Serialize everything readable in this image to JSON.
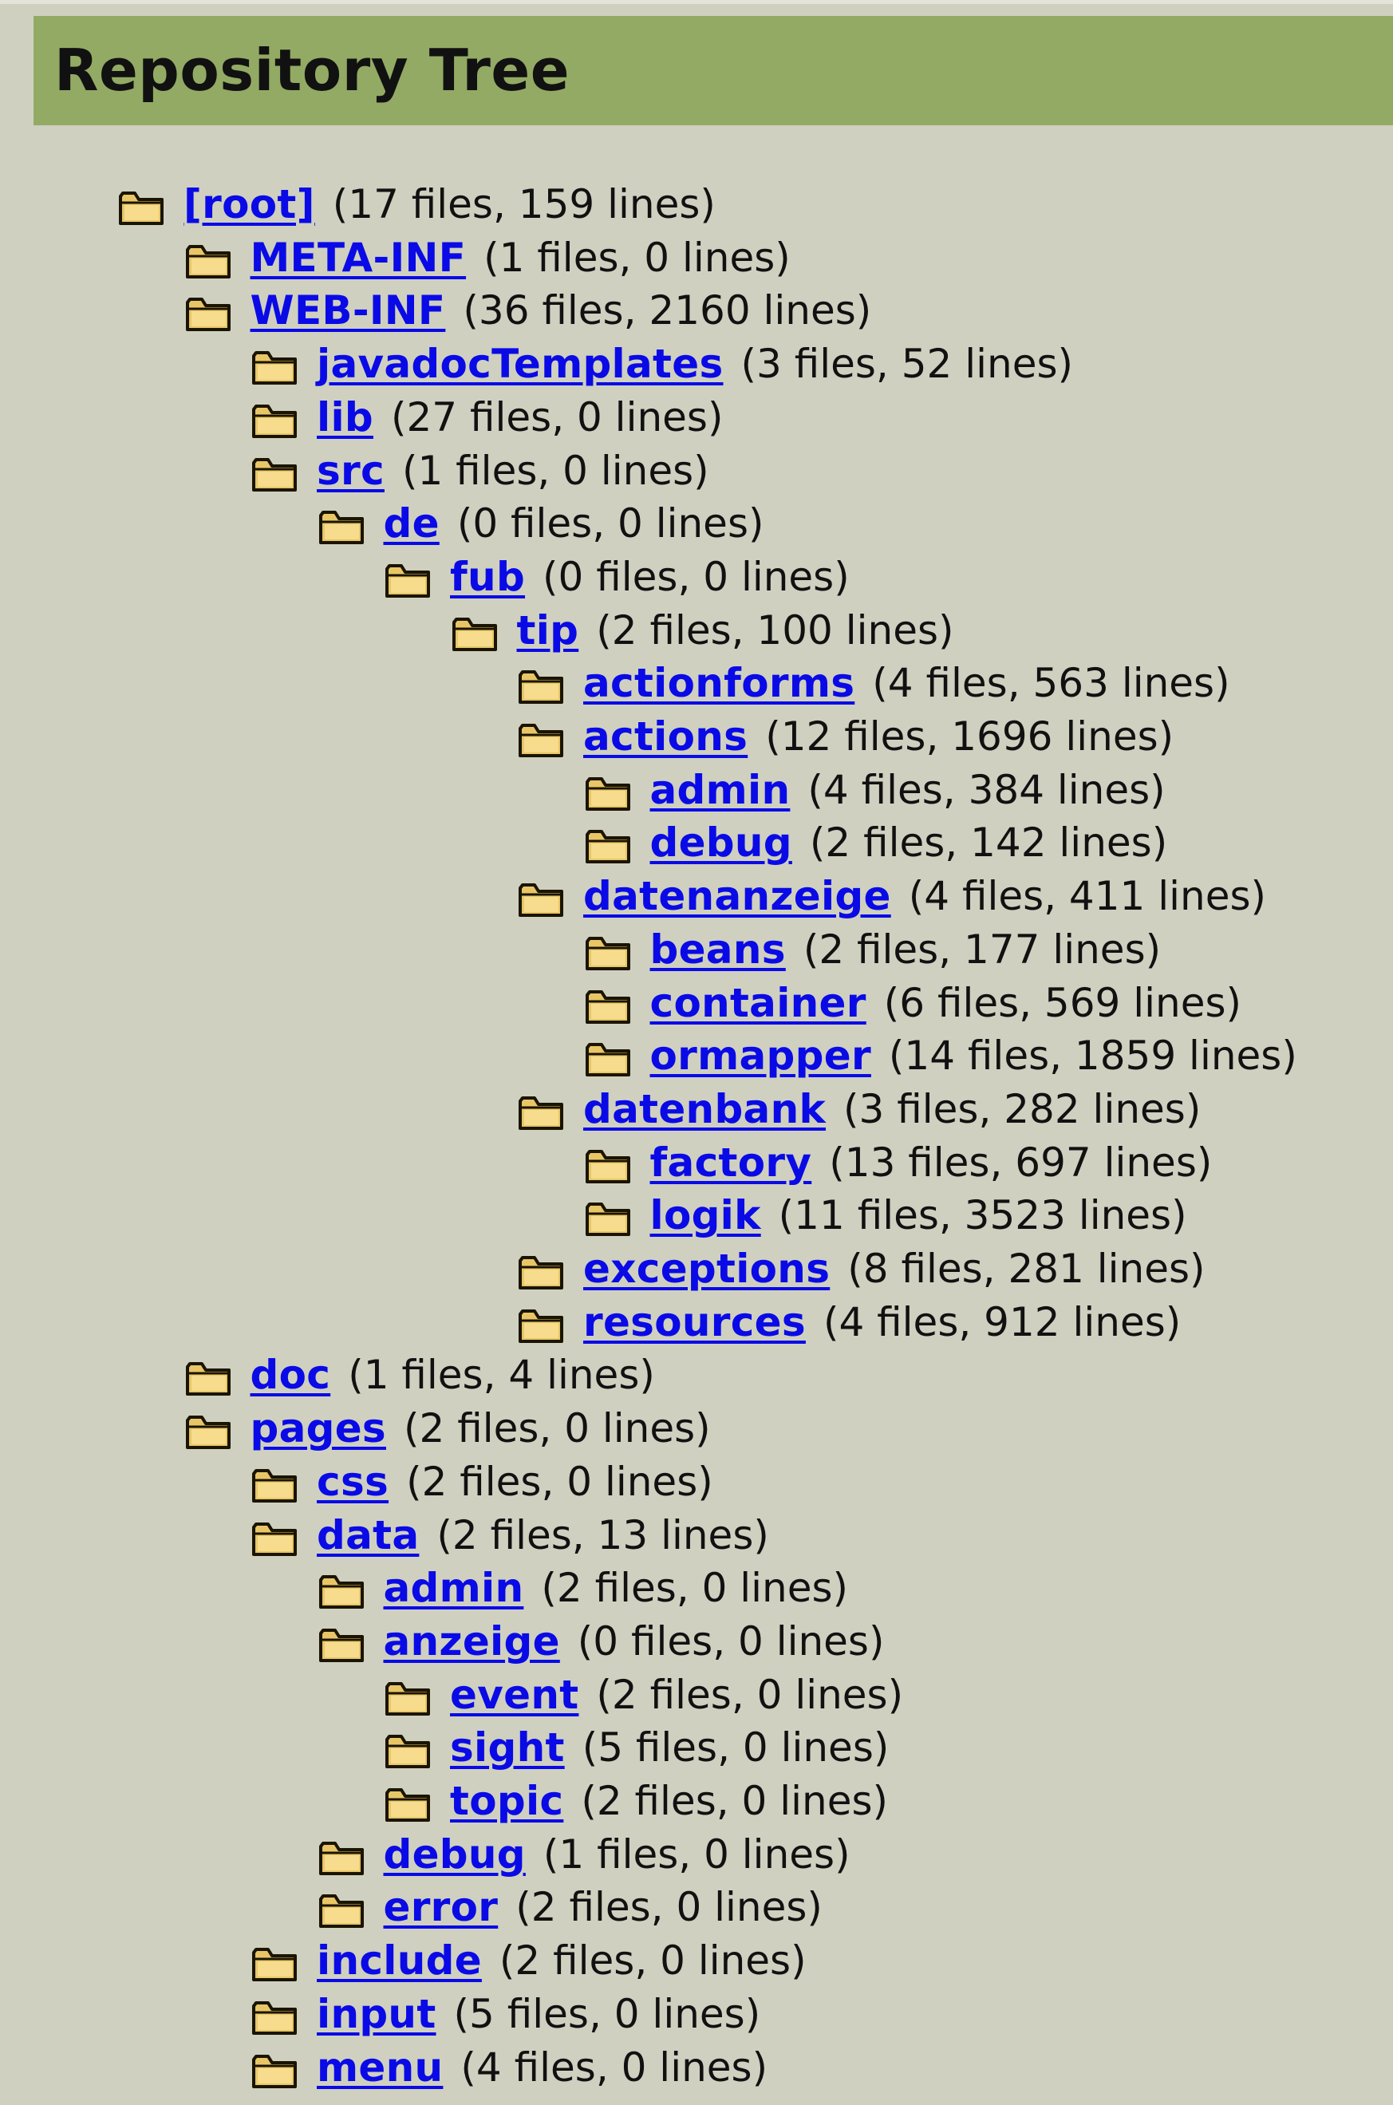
{
  "header": {
    "title": "Repository Tree"
  },
  "tree": [
    {
      "name": "[root]",
      "stats": "(17 files, 159 lines)",
      "depth": 0
    },
    {
      "name": "META-INF",
      "stats": "(1 files, 0 lines)",
      "depth": 1
    },
    {
      "name": "WEB-INF",
      "stats": "(36 files, 2160 lines)",
      "depth": 1
    },
    {
      "name": "javadocTemplates",
      "stats": "(3 files, 52 lines)",
      "depth": 2
    },
    {
      "name": "lib",
      "stats": "(27 files, 0 lines)",
      "depth": 2
    },
    {
      "name": "src",
      "stats": "(1 files, 0 lines)",
      "depth": 2
    },
    {
      "name": "de",
      "stats": "(0 files, 0 lines)",
      "depth": 3
    },
    {
      "name": "fub",
      "stats": "(0 files, 0 lines)",
      "depth": 4
    },
    {
      "name": "tip",
      "stats": "(2 files, 100 lines)",
      "depth": 5
    },
    {
      "name": "actionforms",
      "stats": "(4 files, 563 lines)",
      "depth": 6
    },
    {
      "name": "actions",
      "stats": "(12 files, 1696 lines)",
      "depth": 6
    },
    {
      "name": "admin",
      "stats": "(4 files, 384 lines)",
      "depth": 7
    },
    {
      "name": "debug",
      "stats": "(2 files, 142 lines)",
      "depth": 7
    },
    {
      "name": "datenanzeige",
      "stats": "(4 files, 411 lines)",
      "depth": 6
    },
    {
      "name": "beans",
      "stats": "(2 files, 177 lines)",
      "depth": 7
    },
    {
      "name": "container",
      "stats": "(6 files, 569 lines)",
      "depth": 7
    },
    {
      "name": "ormapper",
      "stats": "(14 files, 1859 lines)",
      "depth": 7
    },
    {
      "name": "datenbank",
      "stats": "(3 files, 282 lines)",
      "depth": 6
    },
    {
      "name": "factory",
      "stats": "(13 files, 697 lines)",
      "depth": 7
    },
    {
      "name": "logik",
      "stats": "(11 files, 3523 lines)",
      "depth": 7
    },
    {
      "name": "exceptions",
      "stats": "(8 files, 281 lines)",
      "depth": 6
    },
    {
      "name": "resources",
      "stats": "(4 files, 912 lines)",
      "depth": 6
    },
    {
      "name": "doc",
      "stats": "(1 files, 4 lines)",
      "depth": 1
    },
    {
      "name": "pages",
      "stats": "(2 files, 0 lines)",
      "depth": 1
    },
    {
      "name": "css",
      "stats": "(2 files, 0 lines)",
      "depth": 2
    },
    {
      "name": "data",
      "stats": "(2 files, 13 lines)",
      "depth": 2
    },
    {
      "name": "admin",
      "stats": "(2 files, 0 lines)",
      "depth": 3
    },
    {
      "name": "anzeige",
      "stats": "(0 files, 0 lines)",
      "depth": 3
    },
    {
      "name": "event",
      "stats": "(2 files, 0 lines)",
      "depth": 4
    },
    {
      "name": "sight",
      "stats": "(5 files, 0 lines)",
      "depth": 4
    },
    {
      "name": "topic",
      "stats": "(2 files, 0 lines)",
      "depth": 4
    },
    {
      "name": "debug",
      "stats": "(1 files, 0 lines)",
      "depth": 3
    },
    {
      "name": "error",
      "stats": "(2 files, 0 lines)",
      "depth": 3
    },
    {
      "name": "include",
      "stats": "(2 files, 0 lines)",
      "depth": 2
    },
    {
      "name": "input",
      "stats": "(5 files, 0 lines)",
      "depth": 2
    },
    {
      "name": "menu",
      "stats": "(4 files, 0 lines)",
      "depth": 2
    }
  ],
  "icons": {
    "folder": "folder-icon"
  },
  "colors": {
    "background": "#cfd0c0",
    "header": "#93aa64",
    "link": "#0a0ae6",
    "folder_fill": "#e8c668",
    "folder_stroke": "#1a1400"
  }
}
